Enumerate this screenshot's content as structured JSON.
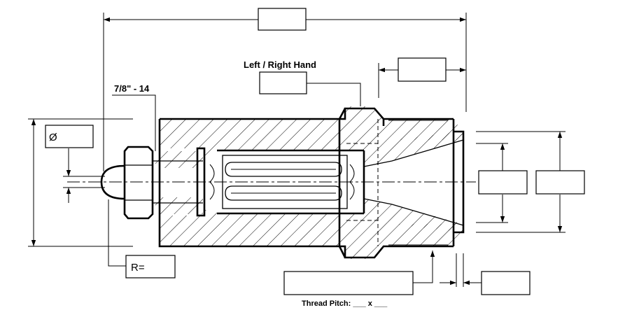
{
  "labels": {
    "thread_size": "7/8\" - 14",
    "hand": "Left / Right Hand",
    "diameter_symbol": "Ø",
    "radius": "R=",
    "thread_pitch": "Thread Pitch: ___ x ___"
  },
  "colors": {
    "ink": "#000000",
    "background": "#ffffff"
  }
}
